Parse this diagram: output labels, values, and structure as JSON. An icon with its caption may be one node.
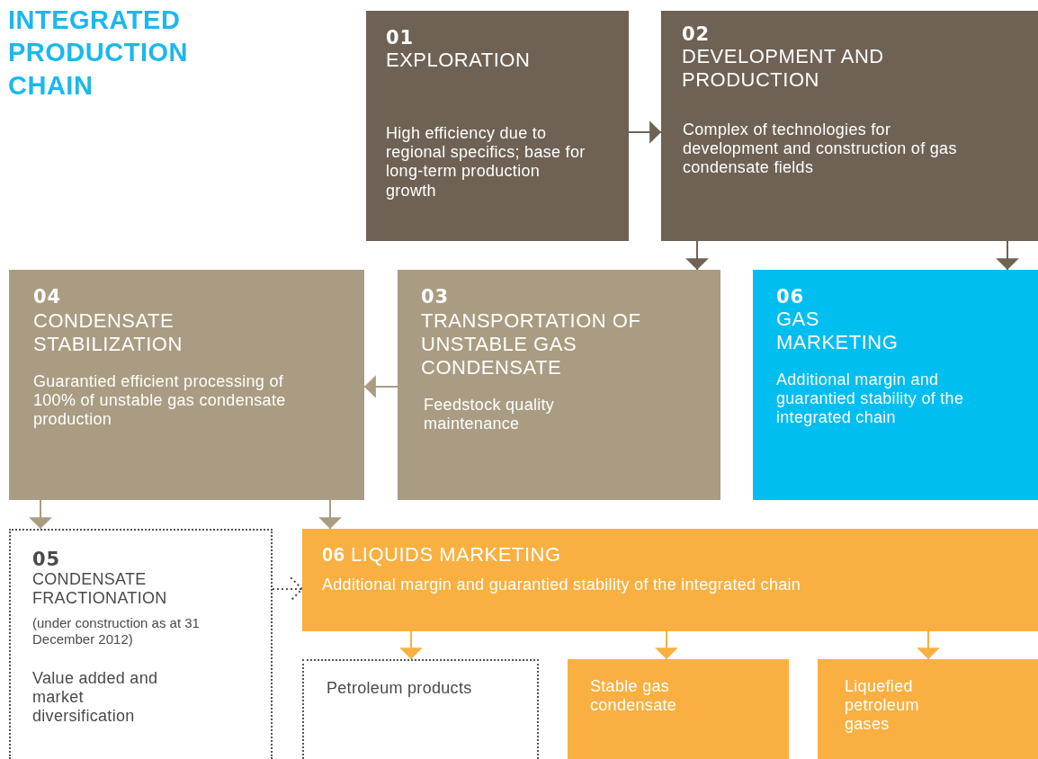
{
  "diagram": {
    "title": "INTEGRATED PRODUCTION CHAIN",
    "nodes": [
      {
        "text": [
          "01",
          "EXPLORATION",
          "High efficiency due to regional specifics; base for long-term production growth"
        ]
      },
      {
        "text": [
          "02",
          "DEVELOPMENT AND PRODUCTION",
          "Complex of technologies for development and construction of gas condensate fields"
        ]
      },
      {
        "text": [
          "04",
          "CONDENSATE STABILIZATION",
          "Guarantied efficient processing of 100% of unstable gas condensate production"
        ]
      },
      {
        "text": [
          "03",
          "TRANSPORTATION OF UNSTABLE GAS CONDENSATE",
          "Feedstock quality maintenance"
        ]
      },
      {
        "text": [
          "06",
          "GAS MARKETING",
          "Additional margin and guarantied stability of the integrated chain"
        ]
      },
      {
        "text": [
          "05",
          "CONDENSATE FRACTIONATION",
          "(under construction as at 31 December 2012)",
          "Value added and market diversification"
        ]
      },
      {
        "text": [
          "**06** LIQUIDS MARKETING",
          "Additional margin and guarantied stability of the integrated chain"
        ]
      },
      {
        "text": [
          "Petroleum products"
        ]
      },
      {
        "text": [
          "Stable gas condensate"
        ]
      },
      {
        "text": [
          "Liquefied petroleum gases"
        ]
      }
    ],
    "edges": [
      {
        "from": 0,
        "to": 1,
        "arrow": "to",
        "color": "#6f6254"
      },
      {
        "from": 1,
        "to": 3,
        "arrow": "to",
        "color": "#6f6254"
      },
      {
        "from": 1,
        "to": 4,
        "arrow": "to",
        "color": "#6f6254"
      },
      {
        "from": 3,
        "to": 2,
        "arrow": "to",
        "color": "#aa9c82"
      },
      {
        "from": 2,
        "to": 5,
        "arrow": "to",
        "color": "#aa9c82"
      },
      {
        "from": 2,
        "to": 6,
        "arrow": "to",
        "color": "#aa9c82"
      },
      {
        "from": 5,
        "to": 6,
        "arrow": "to",
        "style": "dashed",
        "color": "#555555"
      },
      {
        "from": 6,
        "to": 7,
        "arrow": "to",
        "color": "#f9b041"
      },
      {
        "from": 6,
        "to": 8,
        "arrow": "to",
        "color": "#f9b041"
      },
      {
        "from": 6,
        "to": 9,
        "arrow": "to",
        "color": "#f9b041"
      }
    ]
  }
}
